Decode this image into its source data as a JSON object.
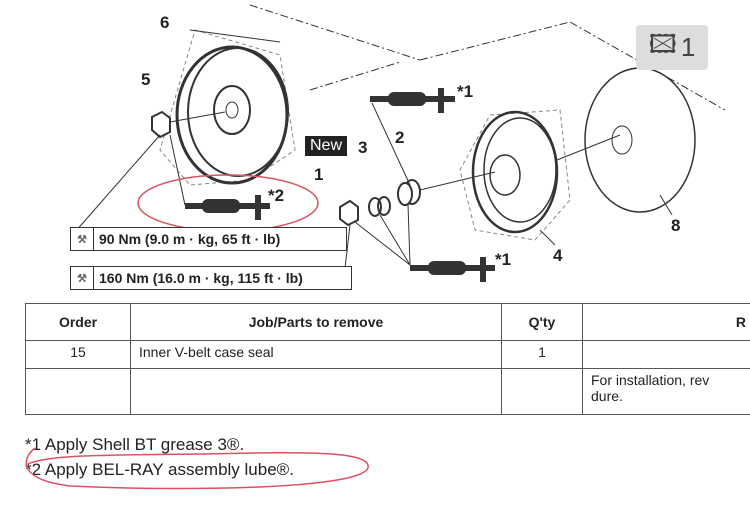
{
  "callouts": {
    "n1": "1",
    "n2": "2",
    "n3": "3",
    "n4": "4",
    "n5": "5",
    "n6": "6",
    "n8": "8",
    "g1a": "*1",
    "g1b": "*1",
    "g2": "*2"
  },
  "new_tag": "New",
  "torque": [
    {
      "text": "90 Nm (9.0 m · kg, 65 ft · lb)"
    },
    {
      "text": "160 Nm (16.0 m · kg, 115 ft · lb)"
    }
  ],
  "gallery_badge": {
    "count": "1"
  },
  "table": {
    "headers": [
      "Order",
      "Job/Parts to remove",
      "Q'ty",
      "R"
    ],
    "rows": [
      [
        "15",
        "Inner V-belt case seal",
        "1",
        ""
      ],
      [
        "",
        "",
        "",
        "For installation, rev\ndure."
      ]
    ]
  },
  "notes": [
    "*1 Apply Shell BT grease 3®.",
    "*2 Apply BEL-RAY assembly lube®."
  ],
  "colors": {
    "annotation": "#d9535f"
  }
}
